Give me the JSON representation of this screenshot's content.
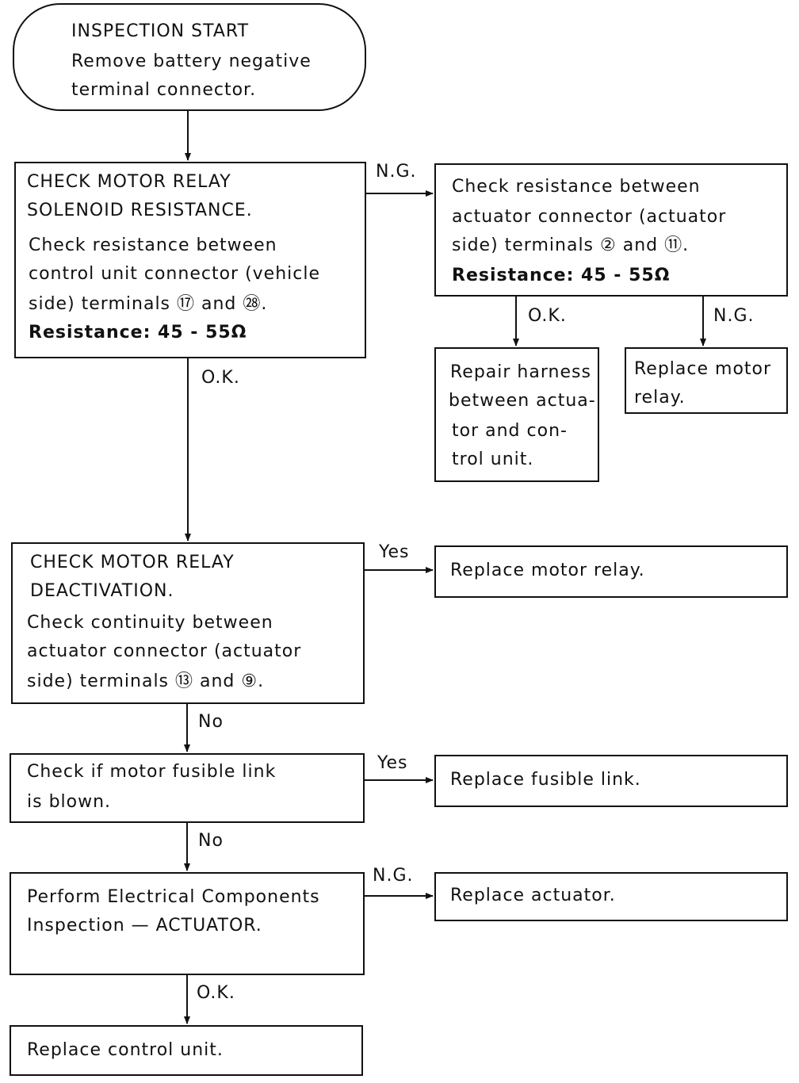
{
  "start": {
    "title": "INSPECTION START",
    "lines": [
      "Remove battery negative",
      "terminal connector."
    ]
  },
  "check1": {
    "heading": [
      "CHECK MOTOR RELAY",
      "SOLENOID RESISTANCE."
    ],
    "body": [
      "Check resistance between",
      "control unit connector (vehicle",
      "side) terminals ⑰ and ㉘."
    ],
    "resistance": "Resistance:  45 - 55Ω"
  },
  "check1_ng": {
    "body": [
      "Check resistance between",
      "actuator connector (actuator",
      "side) terminals ② and ⑪."
    ],
    "resistance": "Resistance:  45 - 55Ω"
  },
  "repair_harness": {
    "lines": [
      "Repair harness",
      "between actua-",
      "tor and con-",
      "trol unit."
    ]
  },
  "replace_relay_1": {
    "lines": [
      "Replace motor",
      "relay."
    ]
  },
  "check2": {
    "heading": [
      "CHECK MOTOR RELAY",
      "DEACTIVATION."
    ],
    "body": [
      "Check continuity between",
      "actuator connector (actuator",
      "side) terminals ⑬ and ⑨."
    ]
  },
  "replace_relay_2": {
    "text": "Replace motor relay."
  },
  "check3": {
    "lines": [
      "Check if motor fusible link",
      "is blown."
    ]
  },
  "replace_fusible": {
    "text": "Replace fusible link."
  },
  "check4": {
    "lines": [
      "Perform Electrical Components",
      "Inspection — ACTUATOR."
    ]
  },
  "replace_actuator": {
    "text": "Replace actuator."
  },
  "replace_control": {
    "text": "Replace control unit."
  },
  "labels": {
    "ng1": "N.G.",
    "ok1": "O.K.",
    "ok2": "O.K.",
    "ng2": "N.G.",
    "yes1": "Yes",
    "no1": "No",
    "yes2": "Yes",
    "no2": "No",
    "ng3": "N.G.",
    "ok3": "O.K."
  }
}
